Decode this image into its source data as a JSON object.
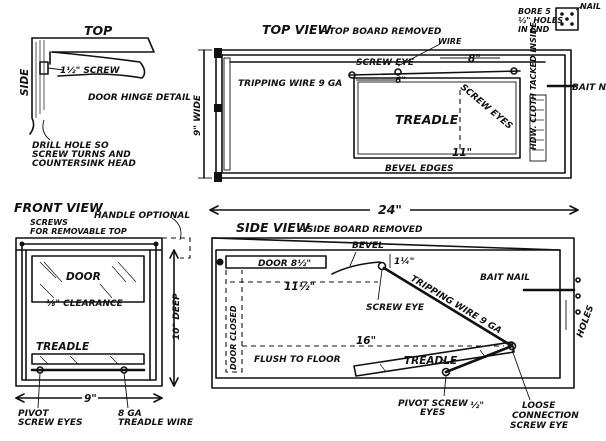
{
  "detail": {
    "top": "TOP",
    "side": "SIDE",
    "screw": "1½\" SCREW",
    "hinge": "DOOR HINGE DETAIL",
    "note_1": "DRILL HOLE SO",
    "note_2": "SCREW TURNS AND",
    "note_3": "COUNTERSINK HEAD"
  },
  "top_view": {
    "title": "TOP VIEW",
    "subtitle": "- TOP BOARD REMOVED",
    "wire": "WIRE",
    "screw_eye": "SCREW EYE",
    "dim_8": "8\"",
    "tripping_wire": "TRIPPING WIRE 9 GA",
    "dim_6": "6\"",
    "screw_eyes": "SCREW EYES",
    "treadle": "TREADLE",
    "dim_11": "11\"",
    "bevel_edges": "BEVEL EDGES",
    "width": "9\" WIDE",
    "bait_nail": "BAIT NAIL",
    "hardware_cloth": "HDW. CLOTH TACKED INSIDE"
  },
  "bore_note": {
    "nail": "NAIL",
    "line_1": "BORE 5",
    "line_2": "½\" HOLES",
    "line_3": "IN END"
  },
  "overall_length": "24\"",
  "front_view": {
    "title": "FRONT VIEW",
    "handle": "HANDLE OPTIONAL",
    "screws_1": "SCREWS",
    "screws_2": "FOR REMOVABLE TOP",
    "door": "DOOR",
    "clearance": "⅛\" CLEARANCE",
    "treadle": "TREADLE",
    "width": "9\"",
    "depth": "10\" DEEP",
    "pivot_1": "PIVOT",
    "pivot_2": "SCREW EYES",
    "wire_1": "8 GA",
    "wire_2": "TREADLE WIRE"
  },
  "side_view": {
    "title": "SIDE VIEW",
    "subtitle": "- SIDE BOARD REMOVED",
    "bevel": "BEVEL",
    "door": "DOOR 8½\"",
    "dim_1_1_4": "1¼\"",
    "bait_nail": "BAIT NAIL",
    "tripping_wire": "TRIPPING WIRE 9 GA",
    "dim_11_5": "11½\"",
    "screw_eye": "SCREW EYE",
    "holes": "HOLES",
    "door_closed": "DOOR CLOSED",
    "dim_16": "16\"",
    "flush": "FLUSH TO FLOOR",
    "treadle": "TREADLE",
    "pivot_1": "PIVOT SCREW",
    "pivot_2": "EYES",
    "dim_half": "½\"",
    "loose_1": "LOOSE",
    "loose_2": "CONNECTION",
    "loose_3": "SCREW EYE"
  }
}
